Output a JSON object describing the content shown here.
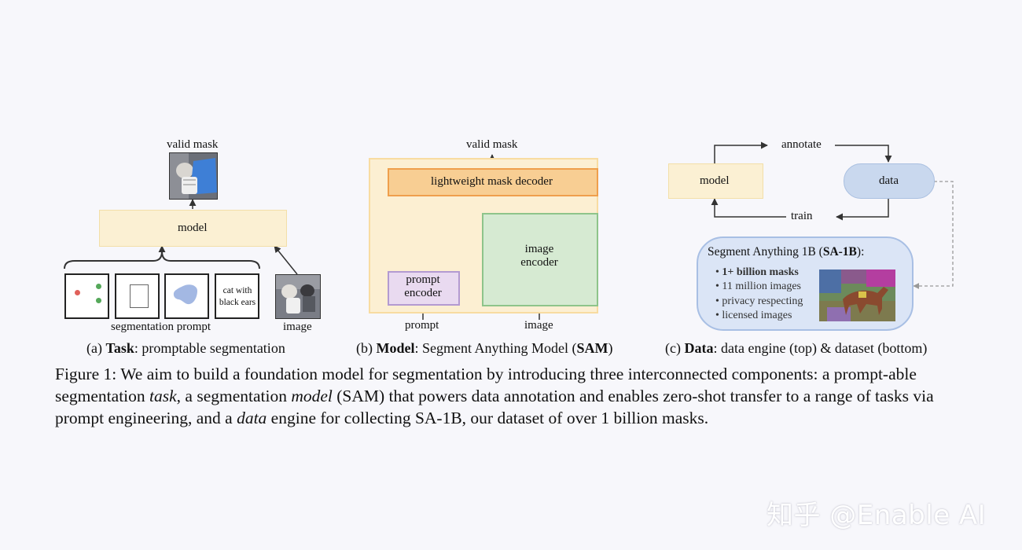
{
  "panel_a": {
    "output_label": "valid mask",
    "model_label": "model",
    "prompt_text_box": "cat with black ears",
    "prompt_group_label": "segmentation prompt",
    "image_label": "image",
    "caption_prefix": "(a) ",
    "caption_bold": "Task",
    "caption_rest": ": promptable segmentation"
  },
  "panel_b": {
    "output_label": "valid mask",
    "decoder_label": "lightweight mask decoder",
    "image_encoder_label": "image encoder",
    "prompt_encoder_label": "prompt encoder",
    "prompt_input_label": "prompt",
    "image_input_label": "image",
    "caption_prefix": "(b) ",
    "caption_bold": "Model",
    "caption_mid": ": Segment Anything Model (",
    "caption_bold2": "SAM",
    "caption_end": ")"
  },
  "panel_c": {
    "model_label": "model",
    "data_label": "data",
    "annotate_label": "annotate",
    "train_label": "train",
    "dataset_title_prefix": "Segment Anything 1B (",
    "dataset_title_bold": "SA-1B",
    "dataset_title_suffix": "):",
    "bullets": [
      "1+ billion masks",
      "11 million images",
      "privacy respecting",
      "licensed images"
    ],
    "caption_prefix": "(c) ",
    "caption_bold": "Data",
    "caption_rest": ": data engine (top) & dataset (bottom)"
  },
  "figure_caption": {
    "p1": "Figure 1: We aim to build a foundation model for segmentation by introducing three interconnected components: a prompt-able segmentation ",
    "i1": "task",
    "p2": ", a segmentation ",
    "i2": "model",
    "p3": " (SAM) that powers data annotation and enables zero-shot transfer to a range of tasks via prompt engineering, and a ",
    "i3": "data",
    "p4": " engine for collecting SA-1B, our dataset of over 1 billion masks."
  },
  "watermark": "知乎 @Enable AI",
  "colors": {
    "yellow_box": "#fbf0d3",
    "decoder": "#f8ce93",
    "image_encoder": "#d6ead2",
    "prompt_encoder": "#e9daf0",
    "data": "#c9d8ee"
  }
}
